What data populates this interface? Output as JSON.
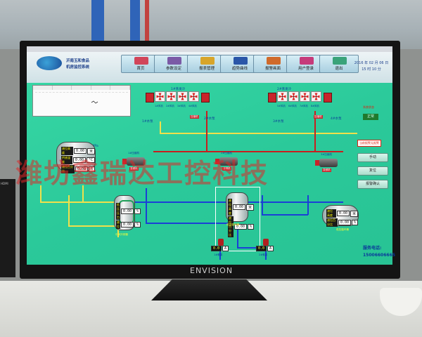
{
  "company": {
    "line1": "沂南玉和食品",
    "line2": "机房监控系统"
  },
  "nav": [
    {
      "label": "首页",
      "color": "#d1455a"
    },
    {
      "label": "参数设定",
      "color": "#7b5aa6"
    },
    {
      "label": "报表管理",
      "color": "#d8a52a"
    },
    {
      "label": "趋势曲线",
      "color": "#2a56a8"
    },
    {
      "label": "报警画面",
      "color": "#d06a2b"
    },
    {
      "label": "用户登录",
      "color": "#c63a7a"
    },
    {
      "label": "退出",
      "color": "#3aa37a"
    }
  ],
  "datetime": {
    "date": "2016 年 02 月 06 日",
    "time": "15 时 10 分"
  },
  "trend_columns": [
    "",
    "",
    "",
    "",
    ""
  ],
  "tower1": {
    "title": "1#蒸发冷",
    "fans": [
      "1#风机",
      "2#风机",
      "3#风机",
      "4#风机"
    ],
    "pump_left": "1#水泵",
    "pump_right": "2#水泵",
    "motor": "压缩机"
  },
  "tower2": {
    "title": "2#蒸发冷",
    "fans": [
      "5#风机",
      "6#风机",
      "7#风机",
      "8#风机"
    ],
    "pump_left": "3#水泵",
    "pump_right": "4#水泵",
    "motor": "压缩机"
  },
  "tank_left": {
    "pressure_label": "排气压力",
    "pressure": "0.00 MPa",
    "rows": [
      {
        "name": "液位高度",
        "value": "0.00",
        "unit": "米"
      },
      {
        "name": "供液温度",
        "value": "0.00",
        "unit": "°C"
      },
      {
        "name": "液位百分比",
        "value": "0.00",
        "unit": "%"
      }
    ]
  },
  "compressors": [
    {
      "name": "1#压缩机",
      "motor": "变频机"
    },
    {
      "name": "2#压缩机",
      "motor": "变频机"
    },
    {
      "name": "3#压缩机",
      "motor": "变频机"
    }
  ],
  "tank_mid_left": {
    "rows": [
      {
        "name": "低压压力",
        "value": "0.00",
        "unit": "%"
      },
      {
        "name": "液位",
        "value": "0.00",
        "unit": "%"
      }
    ],
    "caption": "中间冷却器"
  },
  "tank_center": {
    "rows": [
      {
        "name": "液位高度",
        "value": "0.00",
        "unit": "米"
      },
      {
        "name": "液位百分比",
        "value": "0.00",
        "unit": "%"
      }
    ],
    "caption": "低压循环桶"
  },
  "tank_right": {
    "rows": [
      {
        "name": "液位高度",
        "value": "0.00",
        "unit": "米"
      },
      {
        "name": "液位百分比",
        "value": "0.00",
        "unit": "%"
      }
    ],
    "caption": "低压循环桶"
  },
  "pumps_bottom": [
    {
      "name": "1#氨泵",
      "value": "0.0",
      "unit": "A"
    },
    {
      "name": "2#氨泵",
      "value": "0.0",
      "unit": "A"
    }
  ],
  "right_panel": {
    "system_status_label": "系统状态",
    "system_status": "正常",
    "alarm_label": "当前报警无报警",
    "buttons": [
      "手动",
      "复位",
      "报警确认"
    ]
  },
  "service": {
    "label": "服务电话:",
    "phone": "15006606665"
  },
  "watermark": "潍坊鑫瑞达工控科技",
  "monitor_brand": "ENVISION",
  "second_monitor_label": "HDMI"
}
